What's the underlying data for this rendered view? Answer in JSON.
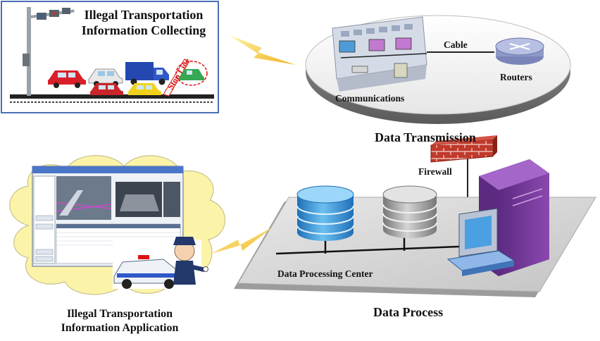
{
  "collecting": {
    "title_line1": "Illegal Transportation",
    "title_line2": "Information Collecting",
    "sign_text": "Stop Line"
  },
  "transmission": {
    "title": "Data Transmission",
    "cable": "Cable",
    "routers": "Routers",
    "communications": "Communications"
  },
  "process": {
    "title": "Data Process",
    "firewall": "Firewall",
    "center": "Data Processing Center"
  },
  "application": {
    "title_line1": "Illegal Transportation",
    "title_line2": "Information Application"
  },
  "colors": {
    "frame_blue": "#4a6fb5",
    "cloud_yellow": "#fbf3a8",
    "ring_gray": "#b8b8b8",
    "lightning": "#f5c842",
    "db_blue": "#4a9fd9",
    "server_purple": "#7a3b9c",
    "firewall_red": "#c0392b",
    "platform_gray": "#cfcfcf"
  }
}
